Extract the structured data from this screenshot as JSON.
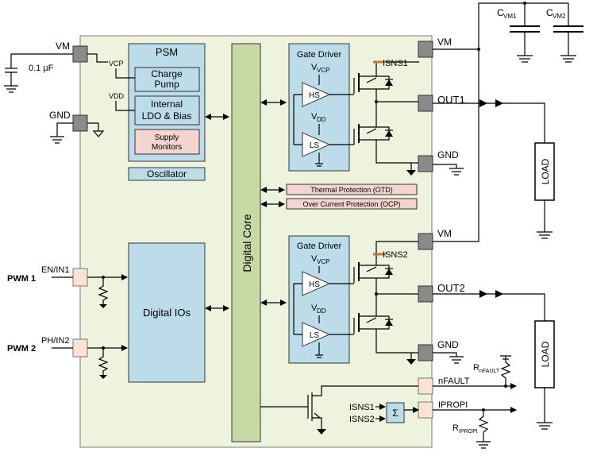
{
  "pins": {
    "vm": "VM",
    "gnd": "GND",
    "en_in1": "EN/IN1",
    "ph_in2": "PH/IN2",
    "vm1": "VM",
    "out1": "OUT1",
    "gnd1": "GND",
    "vm2": "VM",
    "out2": "OUT2",
    "gnd2": "GND",
    "nfault": "nFAULT",
    "ipropi": "IPROPI"
  },
  "external": {
    "cap_value": "0.1 µF",
    "pwm1": "PWM 1",
    "pwm2": "PWM 2",
    "cvm1_main": "C",
    "cvm1_sub": "VM1",
    "cvm2_main": "C",
    "cvm2_sub": "VM2",
    "load1": "LOAD",
    "load2": "LOAD",
    "rnfault_main": "R",
    "rnfault_sub": "nFAULT",
    "ripropi_main": "R",
    "ripropi_sub": "IPROPI"
  },
  "blocks": {
    "psm": "PSM",
    "vcp": "VCP",
    "vdd": "VDD",
    "charge_pump_1": "Charge",
    "charge_pump_2": "Pump",
    "ldo_1": "Internal",
    "ldo_2": "LDO & Bias",
    "supply_1": "Supply",
    "supply_2": "Monitors",
    "oscillator": "Oscillator",
    "digital_ios": "Digital IOs",
    "digital_core": "Digital Core",
    "thermal": "Thermal Protection (OTD)",
    "ocp": "Over Current Protection (OCP)"
  },
  "driver1": {
    "title": "Gate Driver",
    "vvcp_main": "V",
    "vvcp_sub": "VCP",
    "hs": "HS",
    "vdd_main": "V",
    "vdd_sub": "DD",
    "ls": "LS",
    "isns": "ISNS1"
  },
  "driver2": {
    "title": "Gate Driver",
    "vvcp_main": "V",
    "vvcp_sub": "VCP",
    "hs": "HS",
    "vdd_main": "V",
    "vdd_sub": "DD",
    "ls": "LS",
    "isns": "ISNS2"
  },
  "sense": {
    "isns1": "ISNS1",
    "isns2": "ISNS2",
    "sum": "Σ"
  }
}
